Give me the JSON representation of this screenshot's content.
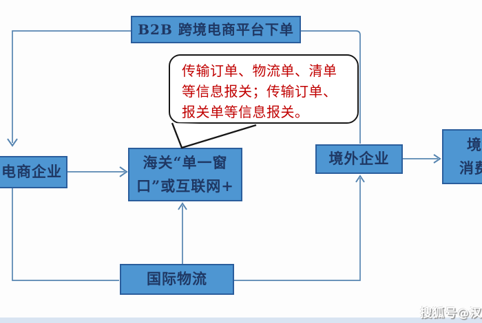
{
  "diagram": {
    "nodes": {
      "b2b": {
        "label": "B2B 跨境电商平台下单"
      },
      "ecommerce": {
        "label": "电商企业"
      },
      "customs": {
        "line1": "海关“单一窗",
        "line2": "口”或互联网+"
      },
      "overseas": {
        "label": "境外企业"
      },
      "consumer": {
        "line1": "境外",
        "line2": "消费者"
      },
      "logistics": {
        "label": "国际物流"
      }
    },
    "callout": {
      "line1": "传输订单、物流单、清单",
      "line2": "等信息报关；传输订单、",
      "line3": "报关单等信息报关。"
    },
    "edges": [
      {
        "from": "b2b",
        "to": "ecommerce",
        "arrow": true
      },
      {
        "from": "b2b",
        "to": "overseas",
        "arrow": false
      },
      {
        "from": "ecommerce",
        "to": "customs",
        "arrow": true
      },
      {
        "from": "ecommerce",
        "to": "logistics",
        "arrow": false
      },
      {
        "from": "logistics",
        "to": "customs",
        "arrow": true
      },
      {
        "from": "logistics",
        "to": "overseas",
        "arrow": true
      },
      {
        "from": "overseas",
        "to": "consumer",
        "arrow": true
      },
      {
        "from": "callout",
        "to": "customs",
        "arrow": false
      }
    ]
  },
  "watermark": {
    "text": "搜狐号@汉"
  },
  "colors": {
    "node_fill": "#4E96D2",
    "node_border": "#2A5D9C",
    "node_text": "#1F3864",
    "line": "#5584B0",
    "callout_text": "#C00000",
    "callout_border": "#161616",
    "strip": "#D9E4F2",
    "watermark_shadow": "#8d8d8d"
  }
}
